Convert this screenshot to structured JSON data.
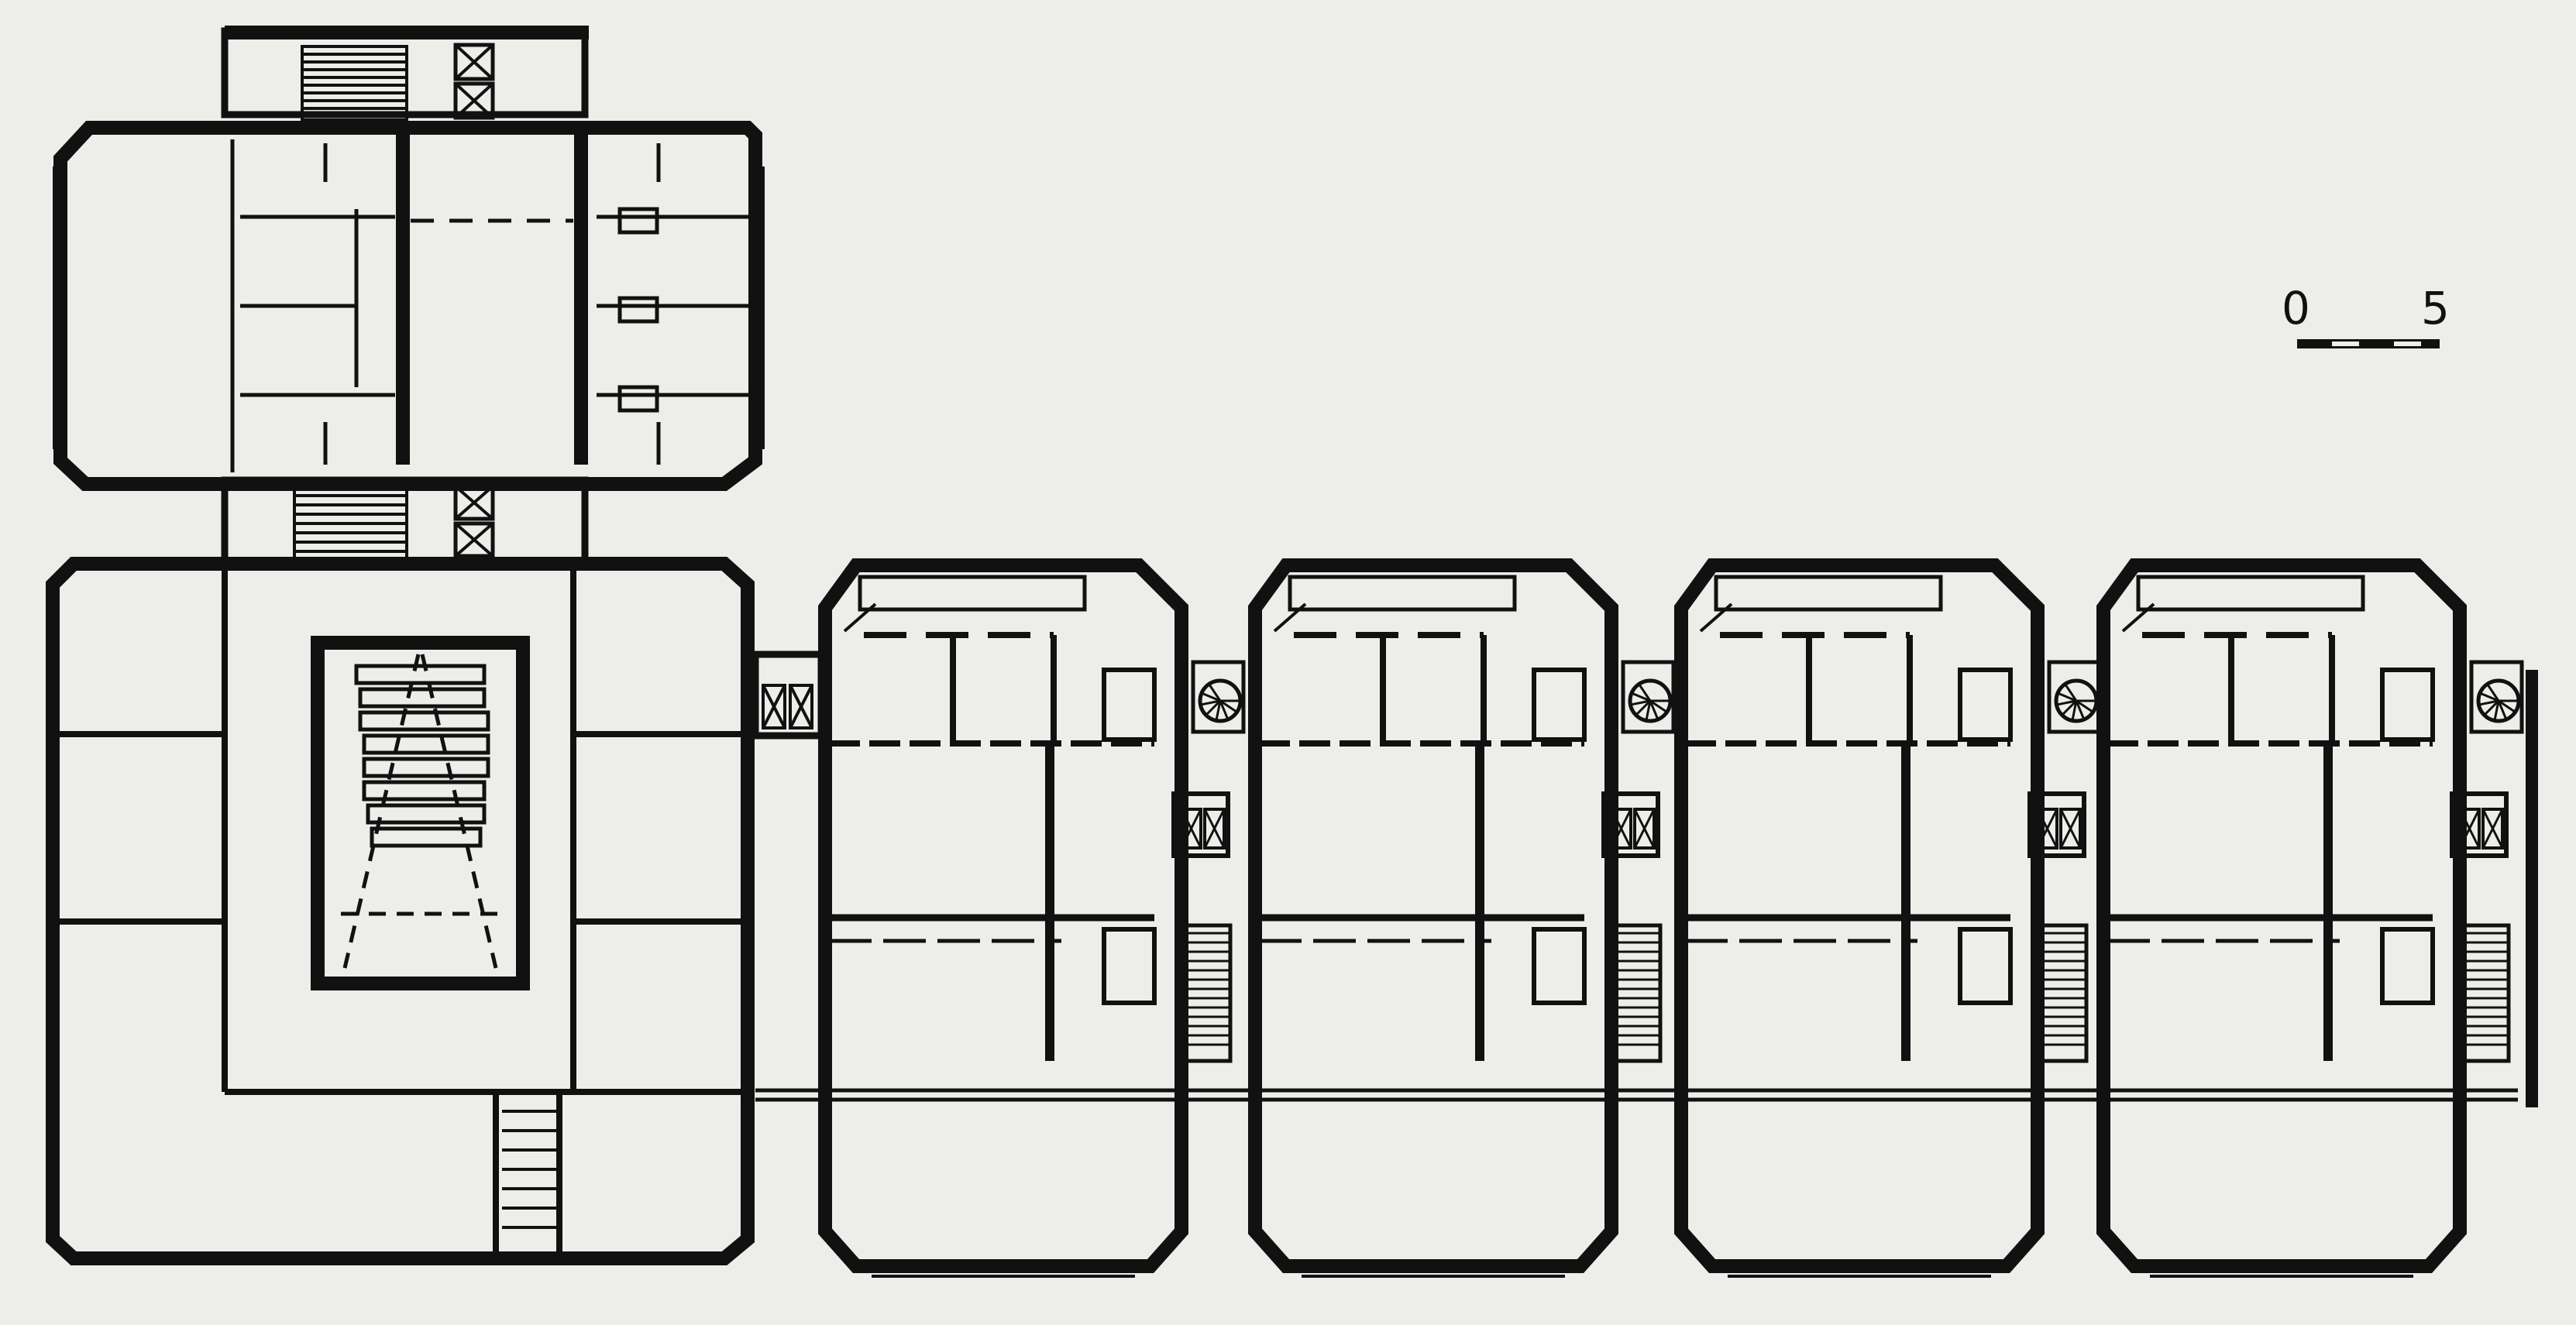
{
  "scale_bar": {
    "start_label": "0",
    "end_label": "5"
  },
  "units": {
    "count": 4
  }
}
